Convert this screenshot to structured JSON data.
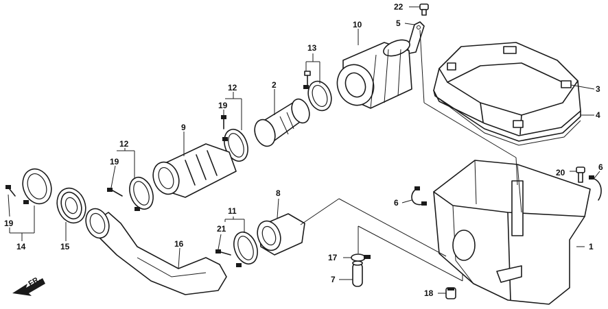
{
  "diagram": {
    "callouts": [
      {
        "id": "c1",
        "label": "1"
      },
      {
        "id": "c2",
        "label": "2"
      },
      {
        "id": "c3",
        "label": "3"
      },
      {
        "id": "c4",
        "label": "4"
      },
      {
        "id": "c5",
        "label": "5"
      },
      {
        "id": "c6a",
        "label": "6"
      },
      {
        "id": "c6b",
        "label": "6"
      },
      {
        "id": "c7",
        "label": "7"
      },
      {
        "id": "c8",
        "label": "8"
      },
      {
        "id": "c9",
        "label": "9"
      },
      {
        "id": "c10",
        "label": "10"
      },
      {
        "id": "c11",
        "label": "11"
      },
      {
        "id": "c12a",
        "label": "12"
      },
      {
        "id": "c12b",
        "label": "12"
      },
      {
        "id": "c13",
        "label": "13"
      },
      {
        "id": "c14",
        "label": "14"
      },
      {
        "id": "c15",
        "label": "15"
      },
      {
        "id": "c16",
        "label": "16"
      },
      {
        "id": "c17",
        "label": "17"
      },
      {
        "id": "c18",
        "label": "18"
      },
      {
        "id": "c19a",
        "label": "19"
      },
      {
        "id": "c19b",
        "label": "19"
      },
      {
        "id": "c19c",
        "label": "19"
      },
      {
        "id": "c20",
        "label": "20"
      },
      {
        "id": "c21",
        "label": "21"
      },
      {
        "id": "c22",
        "label": "22"
      }
    ],
    "direction_label": "FR."
  }
}
